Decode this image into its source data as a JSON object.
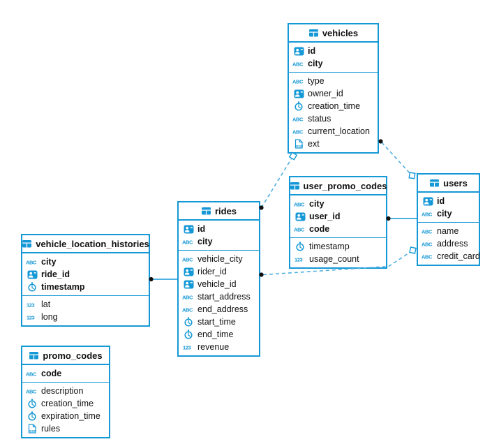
{
  "diagram": {
    "tables": [
      {
        "key": "vehicles",
        "title": "vehicles",
        "primary_fields": [
          {
            "name": "id",
            "type": "id"
          },
          {
            "name": "city",
            "type": "text"
          }
        ],
        "fields": [
          {
            "name": "type",
            "type": "text"
          },
          {
            "name": "owner_id",
            "type": "id"
          },
          {
            "name": "creation_time",
            "type": "time"
          },
          {
            "name": "status",
            "type": "text"
          },
          {
            "name": "current_location",
            "type": "text"
          },
          {
            "name": "ext",
            "type": "json"
          }
        ]
      },
      {
        "key": "user_promo_codes",
        "title": "user_promo_codes",
        "primary_fields": [
          {
            "name": "city",
            "type": "text"
          },
          {
            "name": "user_id",
            "type": "id"
          },
          {
            "name": "code",
            "type": "text"
          }
        ],
        "fields": [
          {
            "name": "timestamp",
            "type": "time"
          },
          {
            "name": "usage_count",
            "type": "number"
          }
        ]
      },
      {
        "key": "users",
        "title": "users",
        "primary_fields": [
          {
            "name": "id",
            "type": "id"
          },
          {
            "name": "city",
            "type": "text"
          }
        ],
        "fields": [
          {
            "name": "name",
            "type": "text"
          },
          {
            "name": "address",
            "type": "text"
          },
          {
            "name": "credit_card",
            "type": "text"
          }
        ]
      },
      {
        "key": "rides",
        "title": "rides",
        "primary_fields": [
          {
            "name": "id",
            "type": "id"
          },
          {
            "name": "city",
            "type": "text"
          }
        ],
        "fields": [
          {
            "name": "vehicle_city",
            "type": "text"
          },
          {
            "name": "rider_id",
            "type": "id"
          },
          {
            "name": "vehicle_id",
            "type": "id"
          },
          {
            "name": "start_address",
            "type": "text"
          },
          {
            "name": "end_address",
            "type": "text"
          },
          {
            "name": "start_time",
            "type": "time"
          },
          {
            "name": "end_time",
            "type": "time"
          },
          {
            "name": "revenue",
            "type": "number"
          }
        ]
      },
      {
        "key": "vehicle_location_histories",
        "title": "vehicle_location_histories",
        "primary_fields": [
          {
            "name": "city",
            "type": "text"
          },
          {
            "name": "ride_id",
            "type": "id"
          },
          {
            "name": "timestamp",
            "type": "time"
          }
        ],
        "fields": [
          {
            "name": "lat",
            "type": "number"
          },
          {
            "name": "long",
            "type": "number"
          }
        ]
      },
      {
        "key": "promo_codes",
        "title": "promo_codes",
        "primary_fields": [
          {
            "name": "code",
            "type": "text"
          }
        ],
        "fields": [
          {
            "name": "description",
            "type": "text"
          },
          {
            "name": "creation_time",
            "type": "time"
          },
          {
            "name": "expiration_time",
            "type": "time"
          },
          {
            "name": "rules",
            "type": "json"
          }
        ]
      }
    ],
    "relationships": [
      {
        "from": "rides",
        "to": "vehicles",
        "style": "dashed"
      },
      {
        "from": "vehicles",
        "to": "users",
        "style": "dashed"
      },
      {
        "from": "rides",
        "to": "users",
        "style": "dashed"
      },
      {
        "from": "user_promo_codes",
        "to": "users",
        "style": "solid"
      },
      {
        "from": "vehicle_location_histories",
        "to": "rides",
        "style": "solid"
      }
    ],
    "colors": {
      "accent": "#1598d6",
      "dashed_line": "#4fb0e2",
      "connector_dot": "#111111",
      "background": "#ffffff",
      "text": "#111111"
    }
  }
}
